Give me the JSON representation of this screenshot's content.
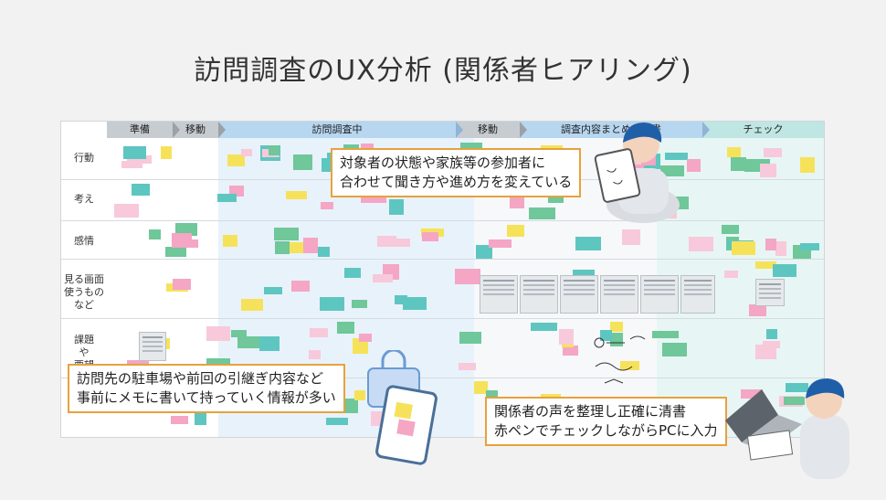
{
  "slide": {
    "title": "訪問調査のUX分析 (関係者ヒアリング)"
  },
  "phases": [
    {
      "label": "準備"
    },
    {
      "label": "移動"
    },
    {
      "label": "訪問調査中"
    },
    {
      "label": "移動"
    },
    {
      "label": "調査内容まとめ・清書"
    },
    {
      "label": "チェック"
    }
  ],
  "rows": [
    {
      "label": "行動"
    },
    {
      "label": "考え"
    },
    {
      "label": "感情"
    },
    {
      "label": "見る画面\n使うもの\nなど"
    },
    {
      "label": "課題\nや\n要望"
    }
  ],
  "callouts": {
    "top": {
      "line1": "対象者の状態や家族等の参加者に",
      "line2": "合わせて聞き方や進め方を変えている"
    },
    "left": {
      "line1": "訪問先の駐車場や前回の引継ぎ内容など",
      "line2": "事前にメモに書いて持っていく情報が多い"
    },
    "right": {
      "line1": "関係者の声を整理し正確に清書",
      "line2": "赤ペンでチェックしながらPCに入力"
    }
  },
  "colors": {
    "accent": "#e6a23c",
    "phase_grey": "#c7ccd1",
    "phase_blue": "#b7d6f0",
    "phase_teal": "#bfe6e2",
    "note_pink": "#f4a6c4",
    "note_yellow": "#f6e25a",
    "note_green": "#6fc79a",
    "figure_blue": "#1f5fa8"
  },
  "icons": [
    "person-with-tablet-icon",
    "person-with-laptop-icon",
    "tablet-memo-icon",
    "bag-icon"
  ]
}
